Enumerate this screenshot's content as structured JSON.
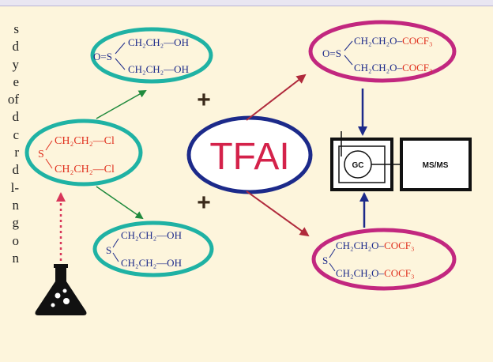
{
  "side_text_fragments": [
    "s",
    "d",
    "y",
    "e",
    "of",
    "d",
    "c",
    "r",
    "d",
    "l-",
    "n",
    "g",
    "o",
    "n"
  ],
  "sulfur_mustard": {
    "s_atom": "S",
    "arm_upper": "CH₂CH₂—Cl",
    "arm_lower": "CH₂CH₂—Cl"
  },
  "sulfoxide_diol": {
    "o_prefix": "O=S",
    "arm_upper": "CH₂CH₂—OH",
    "arm_lower": "CH₂CH₂—OH"
  },
  "thiodiglycol": {
    "s_atom": "S",
    "arm_upper": "CH₂CH₂—OH",
    "arm_lower": "CH₂CH₂—OH"
  },
  "plus_sign": "+",
  "reagent": "TFAI",
  "sulfoxide_ester": {
    "o_prefix": "O=S",
    "arm_upper_base": "CH₂CH₂O–",
    "arm_upper_group": "COCF₃",
    "arm_lower_base": "CH₂CH₂O–",
    "arm_lower_group": "COCF₃"
  },
  "thio_ester": {
    "s_atom": "S",
    "arm_upper_base": "CH₂CH₂O–",
    "arm_upper_group": "COCF₃",
    "arm_lower_base": "CH₂CH₂O–",
    "arm_lower_group": "COCF₃"
  },
  "gc_label": "GC",
  "msms_label": "MS/MS",
  "colors": {
    "teal": "#1fb2a4",
    "magenta": "#c2277f",
    "navy": "#1c2a8a",
    "red": "#e0301e",
    "green": "#1f8a3c",
    "dark_red": "#b02a3c",
    "tfai_red": "#d4224a"
  },
  "icons": [
    "flask-icon"
  ]
}
